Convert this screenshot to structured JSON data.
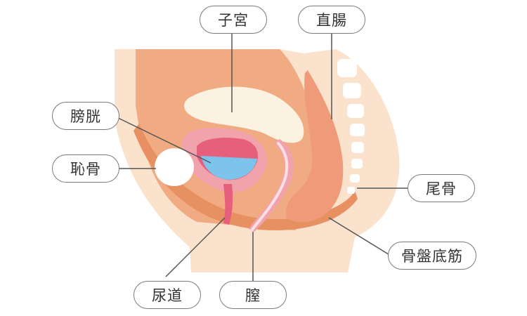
{
  "labels": {
    "uterus": "子宮",
    "rectum": "直腸",
    "bladder": "膀胱",
    "pubic_bone": "恥骨",
    "coccyx": "尾骨",
    "pelvic_floor": "骨盤底筋",
    "urethra": "尿道",
    "vagina": "膣"
  },
  "colors": {
    "skin_light": "#fbe2cc",
    "tissue_salmon": "#f1ab82",
    "muscle_band": "#e79163",
    "uterus_cream": "#fcf2e2",
    "bladder_pink": "#f0a3ac",
    "bladder_wall": "#e6607e",
    "urine_blue": "#7dc4ec",
    "bone_white": "#ffffff",
    "leader_line": "#555555"
  }
}
